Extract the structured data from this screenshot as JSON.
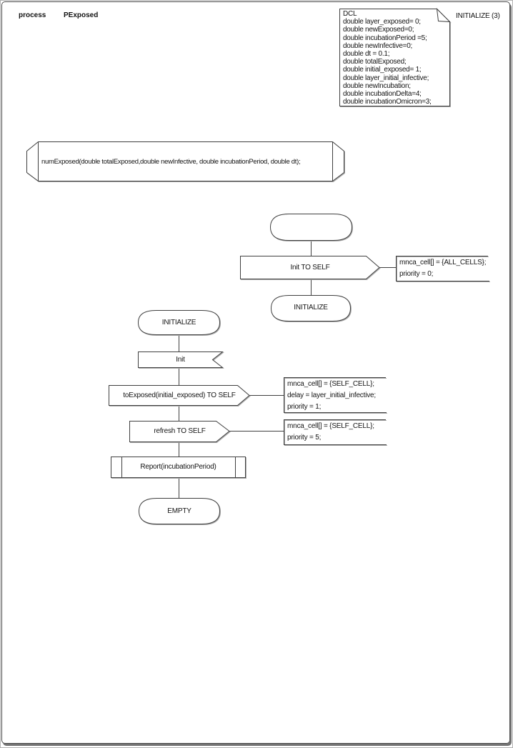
{
  "page": {
    "kind": "process",
    "name": "PExposed",
    "page_ref": "INITIALIZE (3)"
  },
  "dcl": {
    "keyword": "DCL",
    "lines": [
      "double layer_exposed= 0;",
      "double newExposed=0;",
      "double incubationPeriod =5;",
      "double newInfective=0;",
      "double dt = 0.1;",
      "double totalExposed;",
      "double initial_exposed= 1;",
      "double layer_initial_infective;",
      "double newIncubation;",
      "double incubationDelta=4;",
      "double incubationOmicron=3;"
    ]
  },
  "procedure_decl": {
    "text": "numExposed(double totalExposed,double newInfective, double incubationPeriod, double dt);"
  },
  "start_flow": {
    "output_init": {
      "label": "Init TO SELF"
    },
    "comment_init": {
      "lines": [
        "mnca_cell[] = {ALL_CELLS};",
        "priority = 0;"
      ]
    },
    "next_state": {
      "label": "INITIALIZE"
    }
  },
  "initialize_flow": {
    "state": {
      "label": "INITIALIZE"
    },
    "input_init": {
      "label": "Init"
    },
    "output_to_exposed": {
      "label": "toExposed(initial_exposed) TO SELF"
    },
    "comment_to_exposed": {
      "lines": [
        "mnca_cell[] = {SELF_CELL};",
        "delay = layer_initial_infective;",
        "priority = 1;"
      ]
    },
    "output_refresh": {
      "label": "refresh TO SELF"
    },
    "comment_refresh": {
      "lines": [
        "mnca_cell[] = {SELF_CELL};",
        "priority = 5;"
      ]
    },
    "procedure_call": {
      "label": "Report(incubationPeriod)"
    },
    "end_state": {
      "label": "EMPTY"
    }
  },
  "colors": {
    "stroke": "#3f3f3f",
    "shadow": "#ababab",
    "page_border": "#4a4a4a"
  }
}
